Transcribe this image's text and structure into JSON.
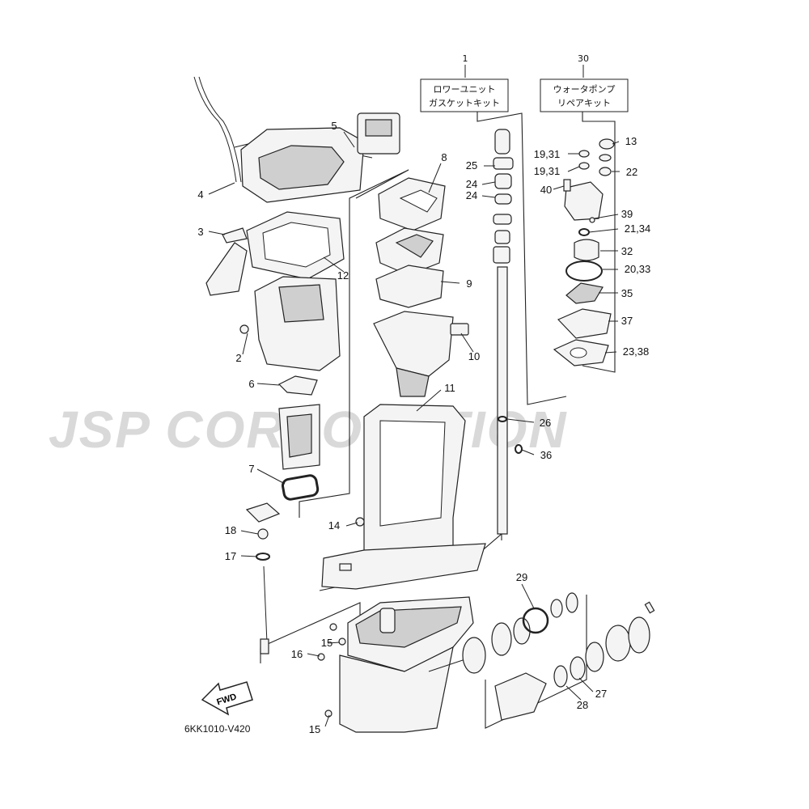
{
  "diagram_code": "6KK1010-V420",
  "watermark": "JSP CORPORATION",
  "fwd_label": "FWD",
  "kits": [
    {
      "number": "1",
      "line1": "ロワーユニット",
      "line2": "ガスケットキット"
    },
    {
      "number": "30",
      "line1": "ウォータポンプ",
      "line2": "リペアキット"
    }
  ],
  "callouts": {
    "c2": "2",
    "c3": "3",
    "c4": "4",
    "c5": "5",
    "c6": "6",
    "c7": "7",
    "c8": "8",
    "c9": "9",
    "c10": "10",
    "c11": "11",
    "c12": "12",
    "c13": "13",
    "c14": "14",
    "c15a": "15",
    "c15b": "15",
    "c16": "16",
    "c17": "17",
    "c18": "18",
    "c19a": "19,31",
    "c19b": "19,31",
    "c20": "20,33",
    "c21": "21,34",
    "c22": "22",
    "c23": "23,38",
    "c24a": "24",
    "c24b": "24",
    "c25": "25",
    "c26": "26",
    "c27": "27",
    "c28": "28",
    "c29": "29",
    "c32": "32",
    "c35": "35",
    "c36": "36",
    "c37": "37",
    "c39": "39",
    "c40": "40"
  },
  "colors": {
    "line": "#222222",
    "watermark": "#d9d9d9",
    "background": "#ffffff"
  }
}
